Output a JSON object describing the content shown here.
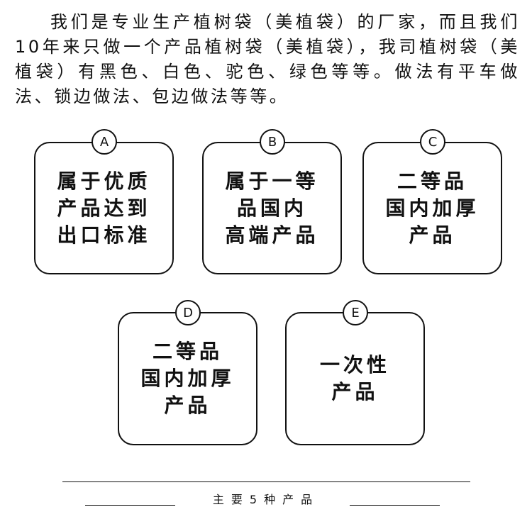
{
  "intro": "我们是专业生产植树袋（美植袋）的厂家，而且我们10年来只做一个产品植树袋（美植袋），我司植树袋（美植袋）有黑色、白色、驼色、绿色等等。做法有平车做法、锁边做法、包边做法等等。",
  "cards": [
    {
      "letter": "A",
      "text": "属于优质\n产品达到\n出口标准"
    },
    {
      "letter": "B",
      "text": "属于一等\n品国内\n高端产品"
    },
    {
      "letter": "C",
      "text": "二等品\n国内加厚\n产品"
    },
    {
      "letter": "D",
      "text": "二等品\n国内加厚\n产品"
    },
    {
      "letter": "E",
      "text": "一次性\n产品"
    }
  ],
  "footer": {
    "label": "主要5种产品"
  }
}
